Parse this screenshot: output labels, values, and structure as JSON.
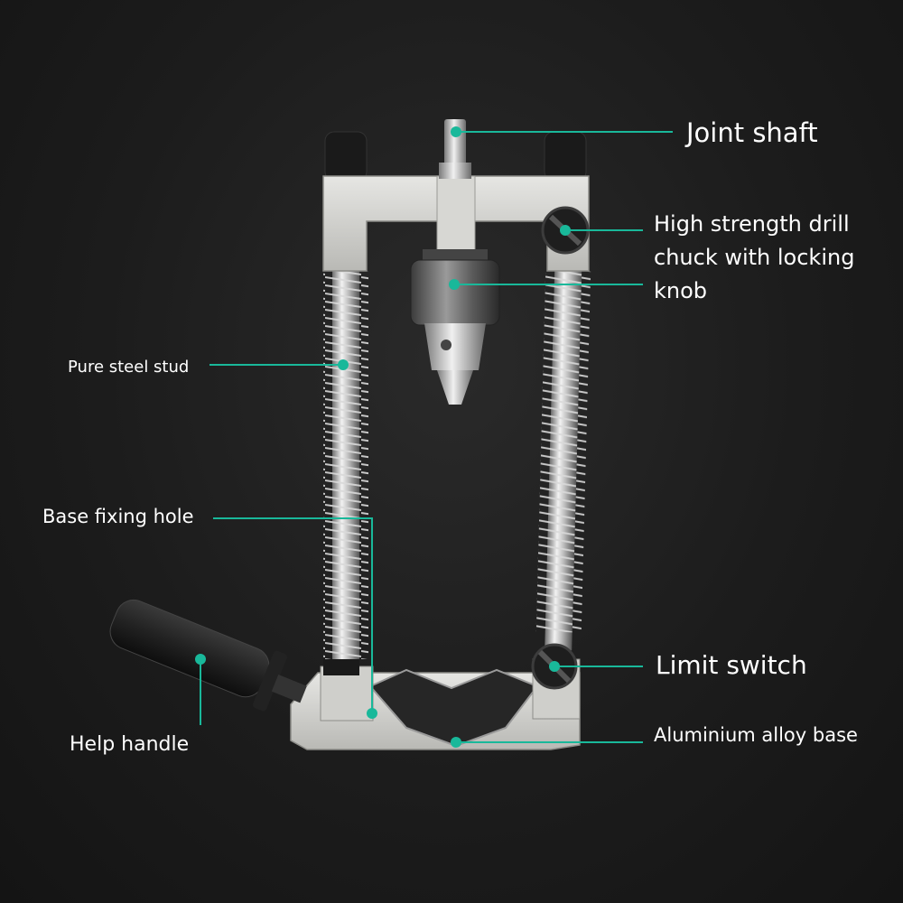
{
  "accent_color": "#19b89a",
  "labels": {
    "joint_shaft": "Joint shaft",
    "drill_chuck": "High strength drill chuck with locking knob",
    "steel_stud": "Pure steel stud",
    "base_hole": "Base fixing hole",
    "limit_switch": "Limit switch",
    "alloy_base": "Aluminium alloy base",
    "help_handle": "Help handle"
  }
}
